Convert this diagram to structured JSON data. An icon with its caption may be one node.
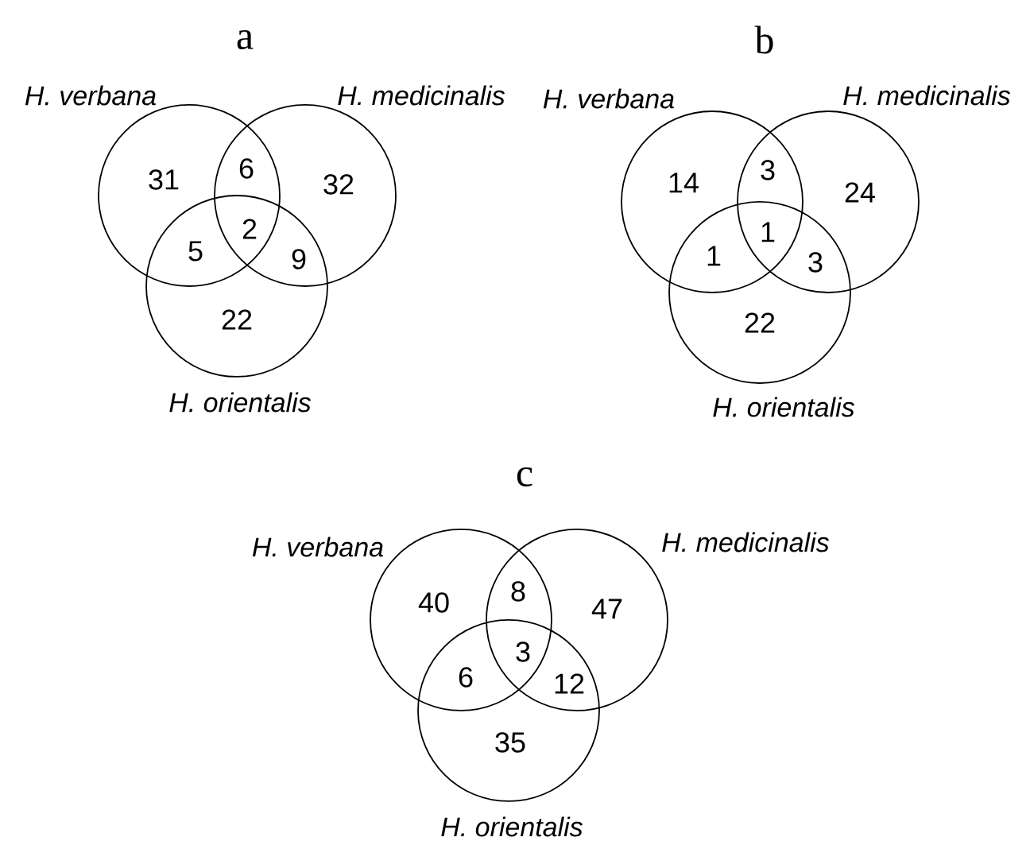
{
  "diagram": {
    "nodes": [
      {
        "text": [
          "H. verbana"
        ]
      },
      {
        "text": [
          "H. medicinalis"
        ]
      },
      {
        "text": [
          "H. orientalis"
        ]
      },
      {
        "text": [
          "H. verbana"
        ]
      },
      {
        "text": [
          "H. medicinalis"
        ]
      },
      {
        "text": [
          "H. orientalis"
        ]
      },
      {
        "text": [
          "H. verbana"
        ]
      },
      {
        "text": [
          "H. medicinalis"
        ]
      },
      {
        "text": [
          "H. orientalis"
        ]
      }
    ],
    "edges": [],
    "labels": [
      "a",
      "31",
      "6",
      "32",
      "5",
      "2",
      "9",
      "22",
      "b",
      "14",
      "3",
      "24",
      "1",
      "1",
      "3",
      "22",
      "c",
      "40",
      "8",
      "47",
      "6",
      "3",
      "12",
      "35"
    ]
  }
}
